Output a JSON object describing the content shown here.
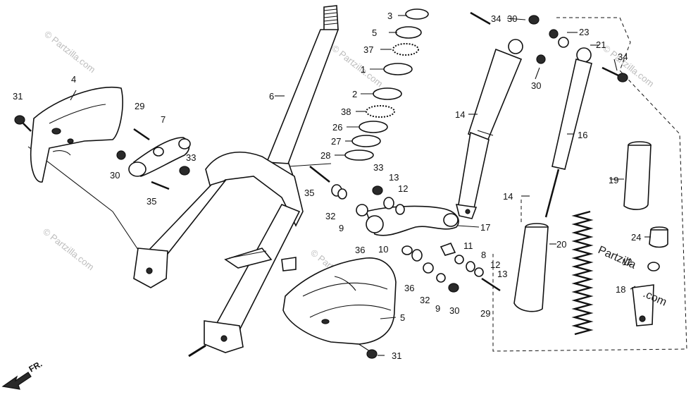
{
  "watermark": "© Partzilla.com",
  "brand_text": "Partzilla",
  "brand_suffix": ".com",
  "direction_label": "FR.",
  "callouts": {
    "p1": "1",
    "p2": "2",
    "p3": "3",
    "p4": "4",
    "p5": "5",
    "p5b": "5",
    "p6": "6",
    "p7": "7",
    "p8": "8",
    "p9a": "9",
    "p9b": "9",
    "p10": "10",
    "p11": "11",
    "p12a": "12",
    "p12b": "12",
    "p12c": "12",
    "p13a": "13",
    "p13b": "13",
    "p14a": "14",
    "p14b": "14",
    "p16": "16",
    "p17": "17",
    "p18": "18",
    "p19": "19",
    "p20": "20",
    "p21": "21",
    "p23": "23",
    "p24": "24",
    "p26": "26",
    "p27": "27",
    "p28": "28",
    "p29a": "29",
    "p29b": "29",
    "p30a": "30",
    "p30b": "30",
    "p30c": "30",
    "p30d": "30",
    "p31a": "31",
    "p31b": "31",
    "p32a": "32",
    "p32b": "32",
    "p33a": "33",
    "p33b": "33",
    "p34a": "34",
    "p34b": "34",
    "p35a": "35",
    "p35b": "35",
    "p36a": "36",
    "p36b": "36",
    "p37": "37",
    "p38": "38"
  }
}
